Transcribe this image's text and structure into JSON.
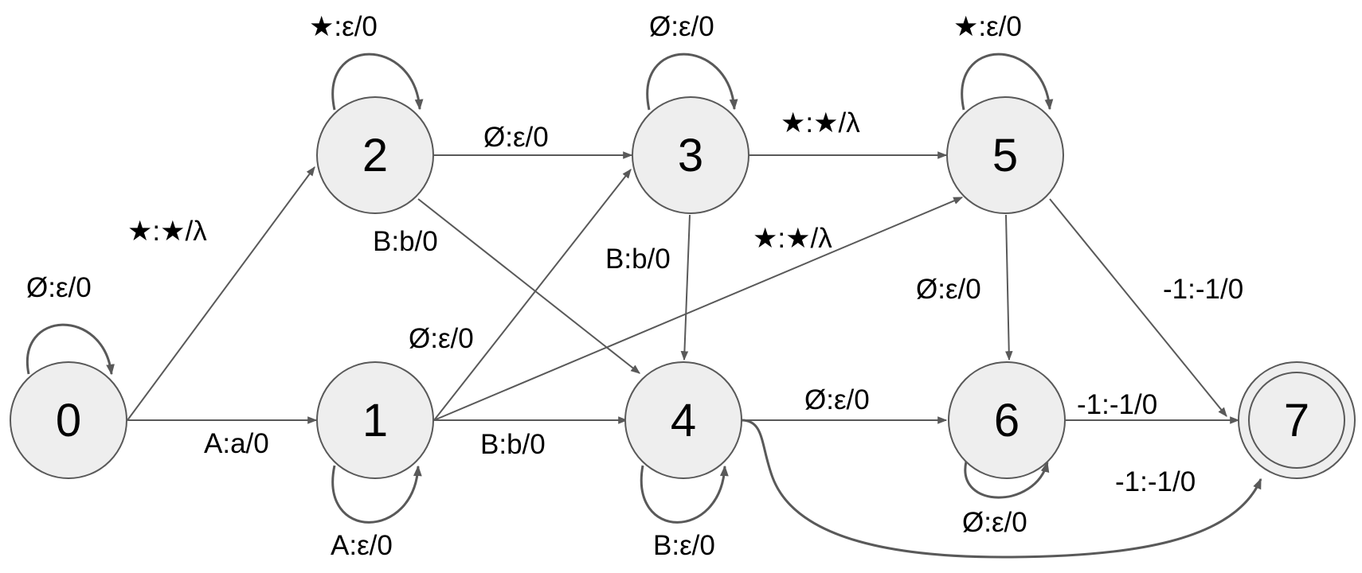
{
  "states": [
    "0",
    "1",
    "2",
    "3",
    "4",
    "5",
    "6",
    "7"
  ],
  "accepting_state": "7",
  "transitions": [
    {
      "from": "0",
      "to": "0",
      "label": "Ø:ε/0"
    },
    {
      "from": "0",
      "to": "1",
      "label": "A:a/0"
    },
    {
      "from": "0",
      "to": "2",
      "label": "★:★/λ"
    },
    {
      "from": "1",
      "to": "1",
      "label": "A:ε/0"
    },
    {
      "from": "1",
      "to": "3",
      "label": "Ø:ε/0"
    },
    {
      "from": "1",
      "to": "4",
      "label": "B:b/0"
    },
    {
      "from": "1",
      "to": "5",
      "label": "★:★/λ"
    },
    {
      "from": "2",
      "to": "2",
      "label": "★:ε/0"
    },
    {
      "from": "2",
      "to": "3",
      "label": "Ø:ε/0"
    },
    {
      "from": "2",
      "to": "4",
      "label": "B:b/0"
    },
    {
      "from": "3",
      "to": "3",
      "label": "Ø:ε/0"
    },
    {
      "from": "3",
      "to": "4",
      "label": "B:b/0"
    },
    {
      "from": "3",
      "to": "5",
      "label": "★:★/λ"
    },
    {
      "from": "4",
      "to": "4",
      "label": "B:ε/0"
    },
    {
      "from": "4",
      "to": "6",
      "label": "Ø:ε/0"
    },
    {
      "from": "4",
      "to": "7",
      "label": "-1:-1/0"
    },
    {
      "from": "5",
      "to": "5",
      "label": "★:ε/0"
    },
    {
      "from": "5",
      "to": "6",
      "label": "Ø:ε/0"
    },
    {
      "from": "5",
      "to": "7",
      "label": "-1:-1/0"
    },
    {
      "from": "6",
      "to": "6",
      "label": "Ø:ε/0"
    },
    {
      "from": "6",
      "to": "7",
      "label": "-1:-1/0"
    }
  ],
  "colors": {
    "node_fill": "#eeeeee",
    "stroke": "#595959",
    "text": "#000000"
  }
}
